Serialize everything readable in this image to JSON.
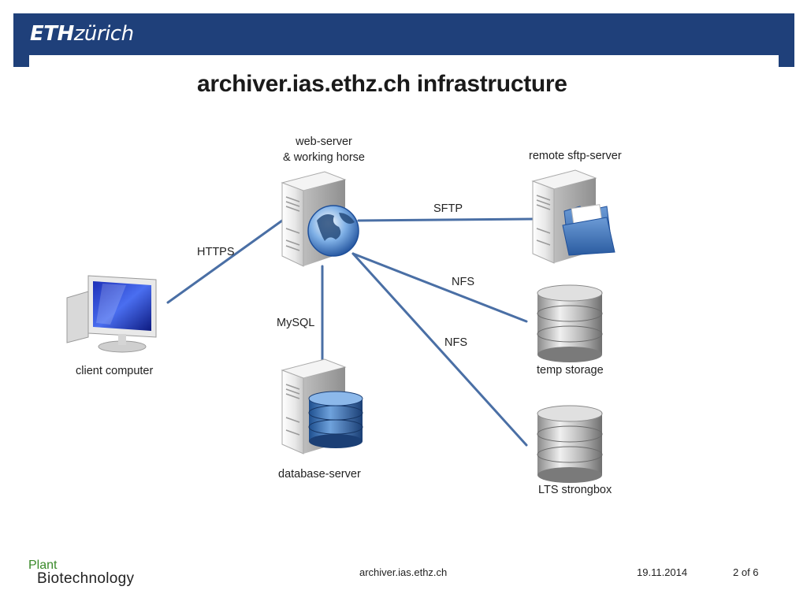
{
  "header": {
    "logo_bold": "ETH",
    "logo_rest": "zürich"
  },
  "title": "archiver.ias.ethz.ch infrastructure",
  "nodes": {
    "web_server": [
      "web-server",
      "& working horse"
    ],
    "remote_sftp": "remote sftp-server",
    "client": "client computer",
    "database": "database-server",
    "temp_storage": "temp storage",
    "lts": "LTS strongbox"
  },
  "edges": {
    "sftp": "SFTP",
    "https": "HTTPS",
    "mysql": "MySQL",
    "nfs1": "NFS",
    "nfs2": "NFS"
  },
  "footer": {
    "logo_line1": "Plant",
    "logo_line2": "Biotechnology",
    "url": "archiver.ias.ethz.ch",
    "date": "19.11.2014",
    "page": "2 of 6"
  },
  "colors": {
    "brand": "#1f407a",
    "connector": "#4a6fa5",
    "plant_green": "#3a8a2a"
  }
}
